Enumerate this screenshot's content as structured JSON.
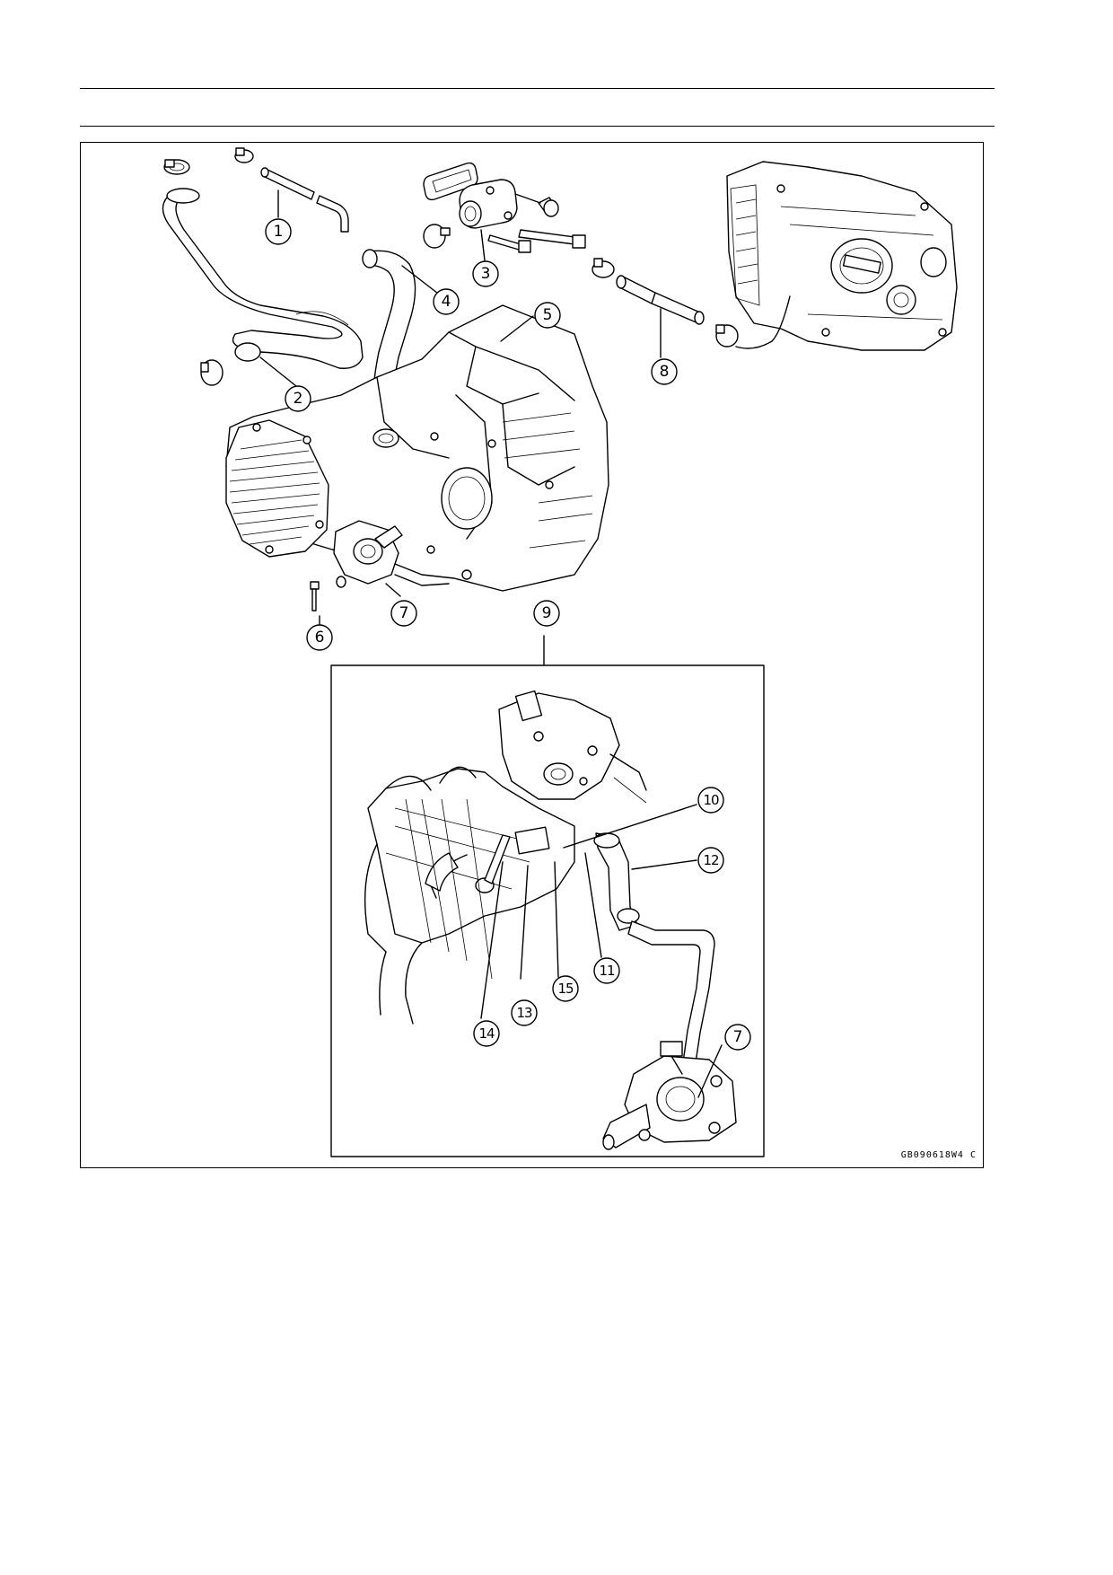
{
  "figure": {
    "code": "GB090618W4 C",
    "inset_label": "9"
  },
  "callouts": [
    "1",
    "2",
    "3",
    "4",
    "5",
    "6",
    "7",
    "8",
    "9",
    "10",
    "11",
    "12",
    "13",
    "14",
    "15",
    "7"
  ]
}
